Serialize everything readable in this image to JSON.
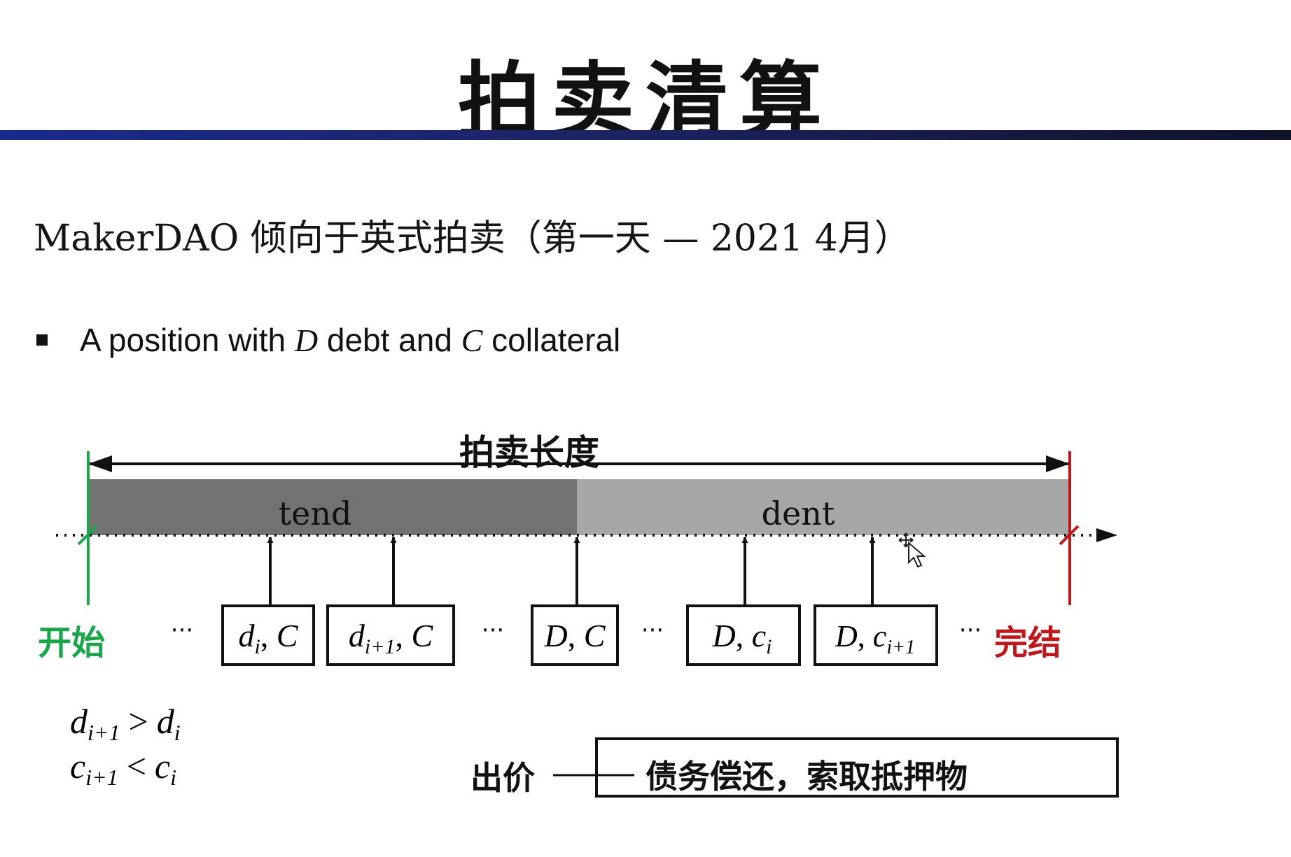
{
  "slide": {
    "title": "拍卖清算",
    "subtitle": "MakerDAO 倾向于英式拍卖（第一天 — 2021 4月）",
    "bullet": {
      "text_a": "A position with ",
      "var_debt": "D",
      "text_b": " debt and ",
      "var_collateral": "C",
      "text_c": " collateral"
    }
  },
  "timeline": {
    "duration_label": "拍卖长度",
    "phase_tend": "tend",
    "phase_dent": "dent",
    "start_label": "开始",
    "end_label": "完结",
    "ellipsis": "···",
    "bids": [
      {
        "base": "d",
        "sub": "i",
        "second": "C",
        "second_sub": ""
      },
      {
        "base": "d",
        "sub": "i+1",
        "second": "C",
        "second_sub": ""
      },
      {
        "base": "D",
        "sub": "",
        "second": "C",
        "second_sub": ""
      },
      {
        "base": "D",
        "sub": "",
        "second": "c",
        "second_sub": "i"
      },
      {
        "base": "D",
        "sub": "",
        "second": "c",
        "second_sub": "i+1"
      }
    ]
  },
  "rules": {
    "line1": {
      "lhs": "d",
      "lhs_sub": "i+1",
      "op": ">",
      "rhs": "d",
      "rhs_sub": "i"
    },
    "line2": {
      "lhs": "c",
      "lhs_sub": "i+1",
      "op": "<",
      "rhs": "c",
      "rhs_sub": "i"
    }
  },
  "bid_note": {
    "label": "出价",
    "text": "债务偿还，索取抵押物"
  },
  "colors": {
    "start": "#1aa64a",
    "end": "#c0161c",
    "tend_fill": "#727272",
    "dent_fill": "#a6a6a6",
    "title_rule": "#1a2a8c"
  }
}
